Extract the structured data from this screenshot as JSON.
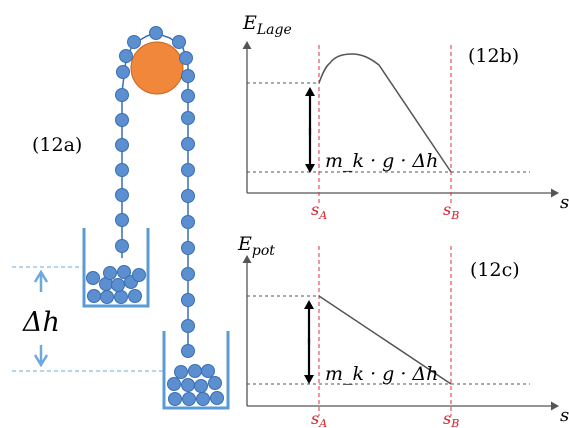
{
  "labels": {
    "panel_a": "(12a)",
    "panel_b": "(12b)",
    "panel_c": "(12c)",
    "delta_h": "Δh",
    "formula_b": "m_k · g · Δh",
    "formula_c": "m_k · g · Δh"
  },
  "graph_b": {
    "y_axis_main": "E",
    "y_axis_sub": "Lage",
    "x_axis": "s",
    "tick_a_main": "s",
    "tick_a_sub": "A",
    "tick_b_main": "s",
    "tick_b_sub": "B"
  },
  "graph_c": {
    "y_axis_main": "E",
    "y_axis_sub": "pot",
    "x_axis": "s",
    "tick_a_main": "s",
    "tick_a_sub": "A",
    "tick_b_main": "s",
    "tick_b_sub": "B"
  },
  "colors": {
    "bead_fill": "#5b8fd0",
    "bead_stroke": "#3a6eb2",
    "big_ball": "#f0873a",
    "beaker": "#5b9bd5",
    "dashed_red": "#e0303a",
    "tick_red": "#d81e2a",
    "arrow_blue": "#6fa8dc"
  }
}
